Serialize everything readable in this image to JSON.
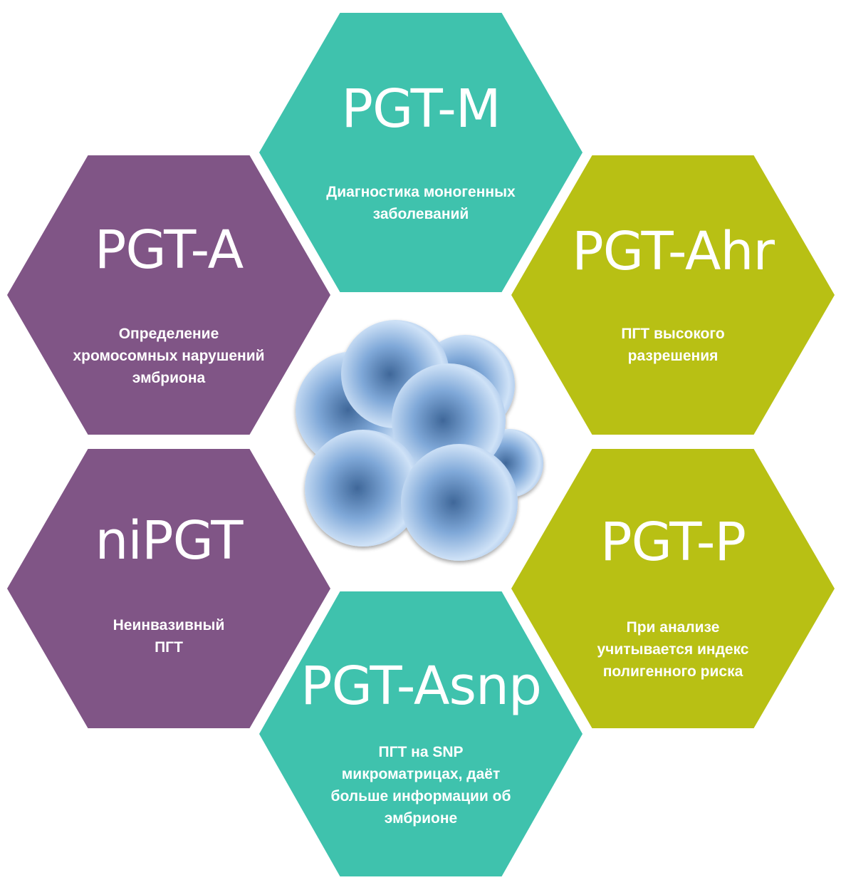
{
  "colors": {
    "teal": "#3fc2ad",
    "purple": "#805586",
    "olive": "#b8c014",
    "text": "#ffffff",
    "embryo_light": "#cfe2f7",
    "embryo_mid": "#7fa8d8",
    "embryo_dark": "#3f6799"
  },
  "hexagons": [
    {
      "id": "pgt-m",
      "title": "PGT-M",
      "description": "Диагностика моногенных\nзаболеваний",
      "color": "#3fc2ad"
    },
    {
      "id": "pgt-a",
      "title": "PGT-A",
      "description": "Определение\nхромосомных нарушений\nэмбриона",
      "color": "#805586"
    },
    {
      "id": "pgt-ahr",
      "title": "PGT-Ahr",
      "description": "ПГТ высокого\nразрешения",
      "color": "#b8c014"
    },
    {
      "id": "nipgt",
      "title": "niPGT",
      "description": "Неинвазивный\nПГТ",
      "color": "#805586"
    },
    {
      "id": "pgt-p",
      "title": "PGT-P",
      "description": "При анализе\nучитывается индекс\nполигенного риска",
      "color": "#b8c014"
    },
    {
      "id": "pgt-asnp",
      "title": "PGT-Asnp",
      "description": "ПГТ на SNP\nмикроматрицах, даёт\nбольше информации об\nэмбрионе",
      "color": "#3fc2ad"
    }
  ],
  "center_image": {
    "icon": "embryo-cells-icon"
  }
}
